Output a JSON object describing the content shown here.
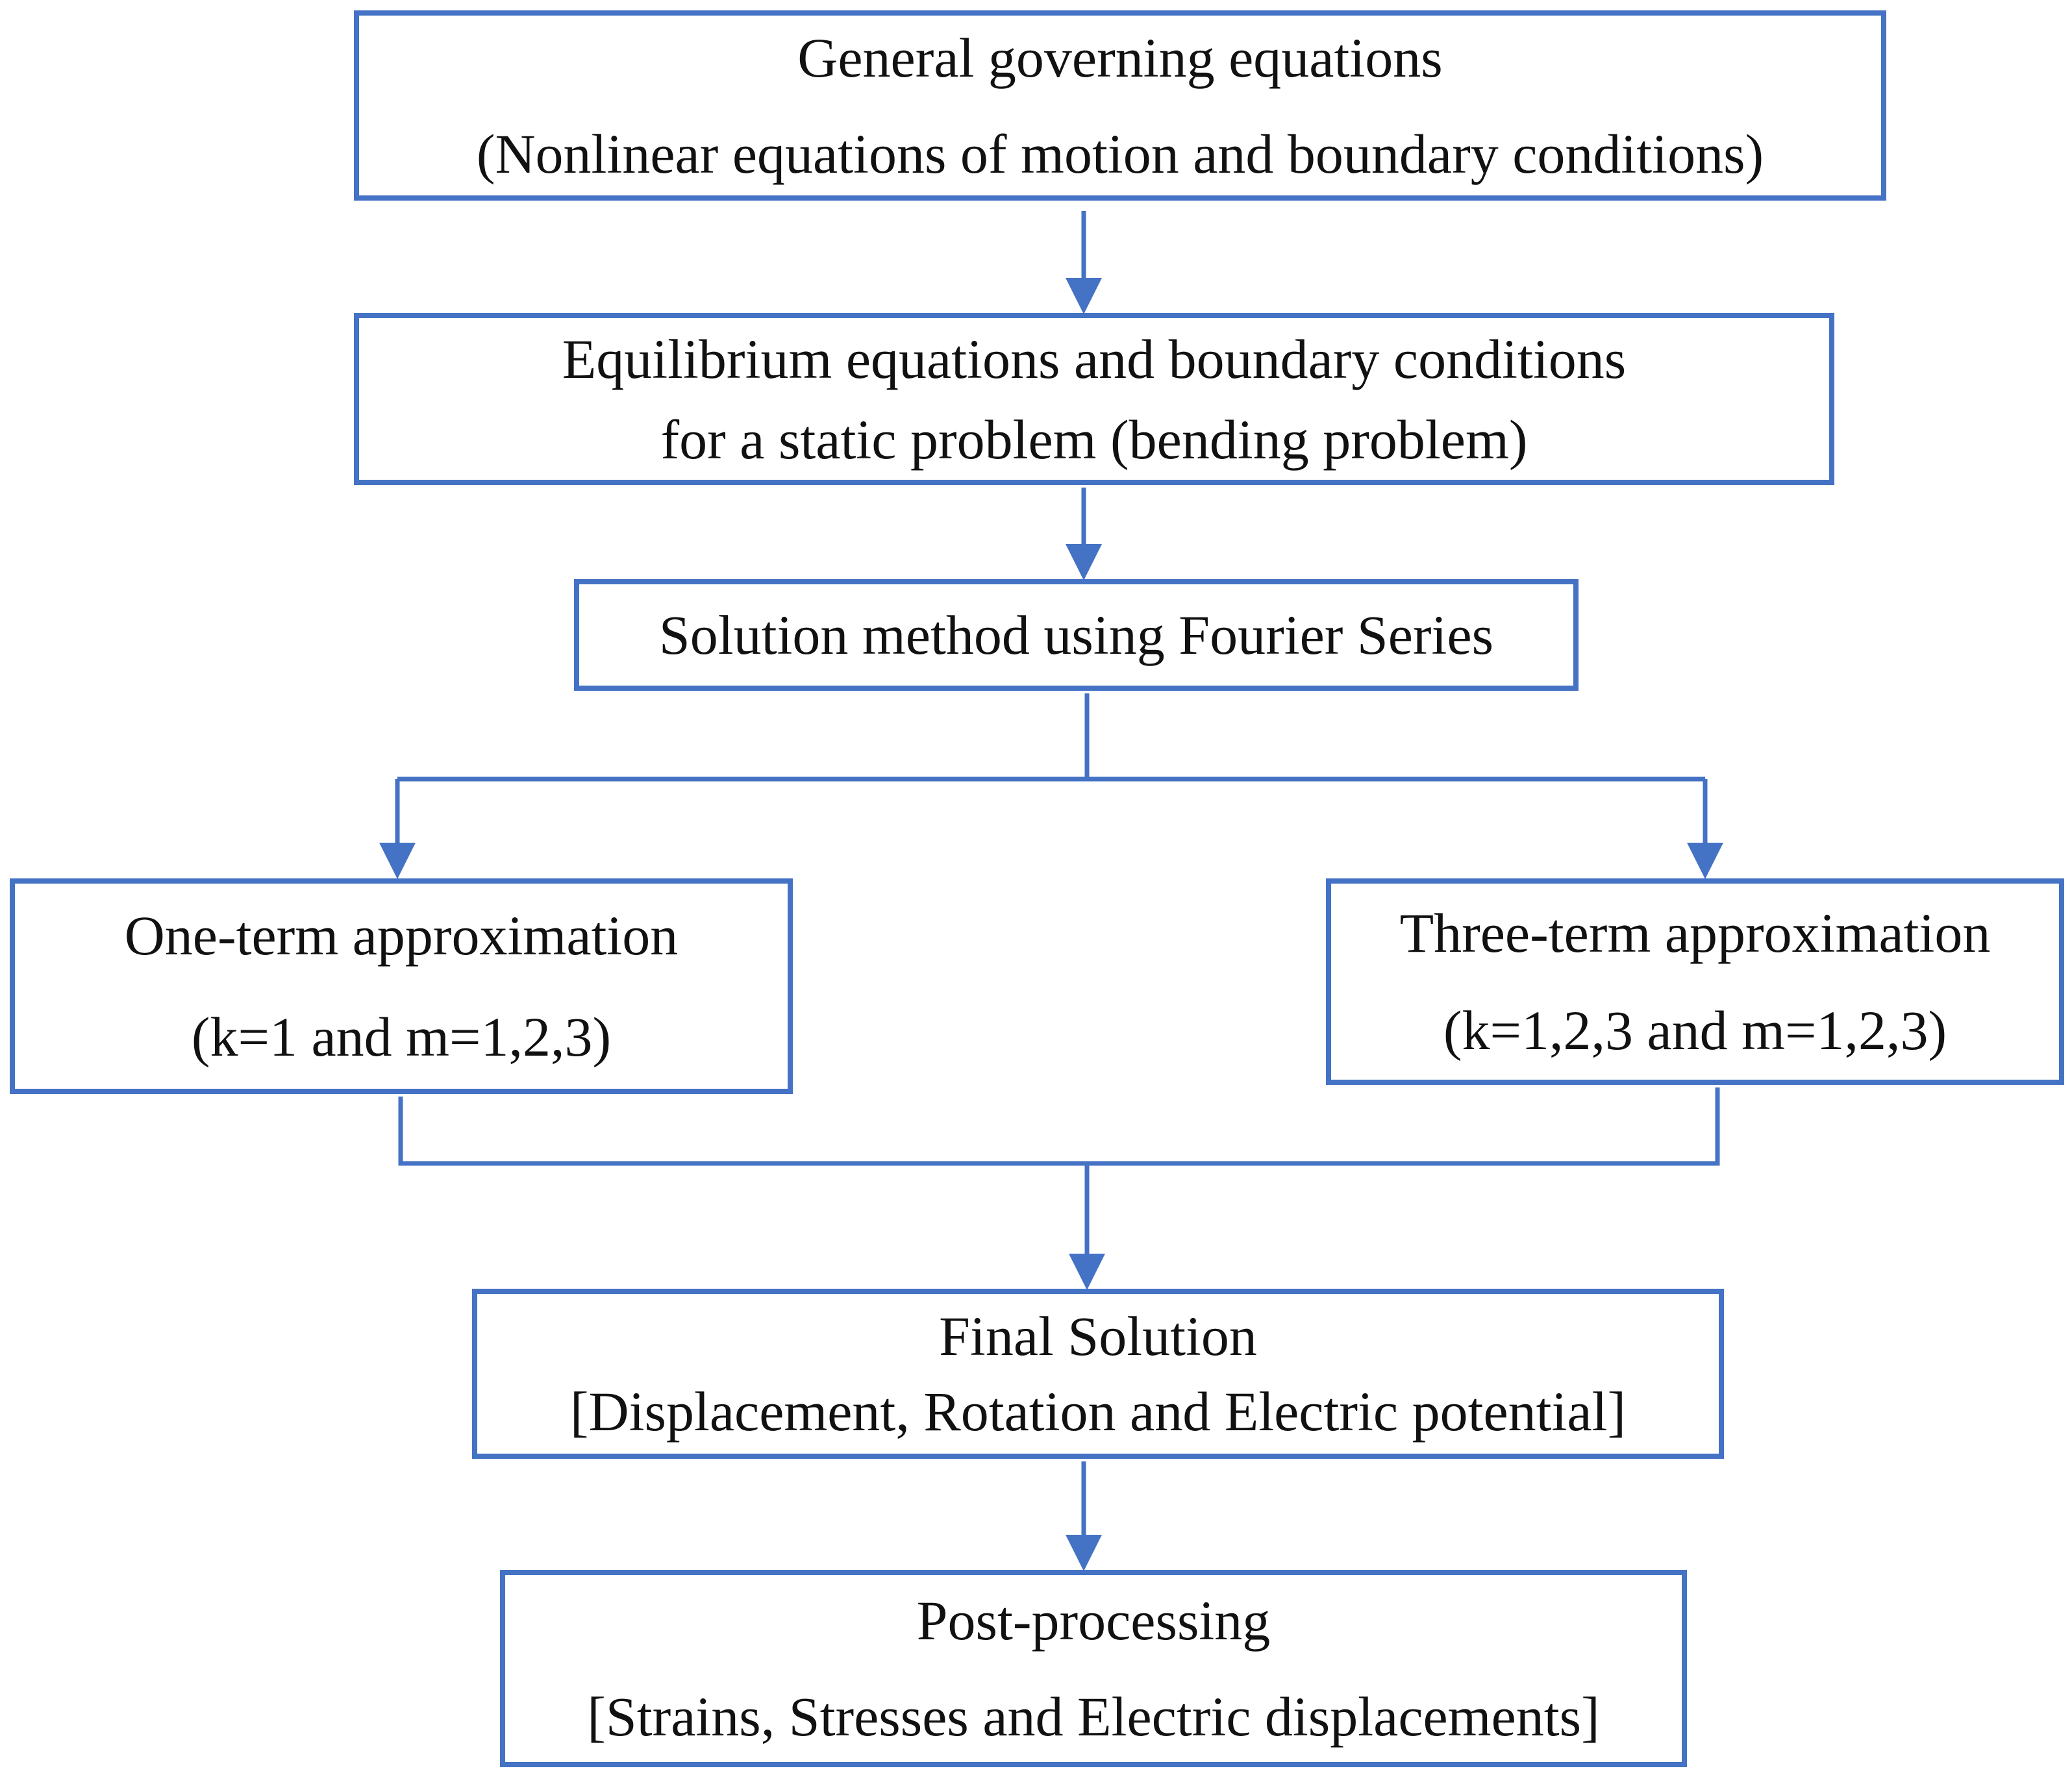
{
  "diagram": {
    "accent_color": "#4472C4",
    "nodes": {
      "general": {
        "line1": "General governing equations",
        "line2": "(Nonlinear equations of motion and boundary conditions)"
      },
      "equilibrium": {
        "line1": "Equilibrium equations and boundary conditions",
        "line2": "for a static problem (bending problem)"
      },
      "solution": {
        "line1": "Solution method using Fourier Series"
      },
      "one_term": {
        "line1": "One-term approximation",
        "line2": "(k=1 and m=1,2,3)"
      },
      "three_term": {
        "line1": "Three-term approximation",
        "line2": "(k=1,2,3 and m=1,2,3)"
      },
      "final": {
        "line1": "Final Solution",
        "line2": "[Displacement, Rotation and Electric potential]"
      },
      "post": {
        "line1": "Post-processing",
        "line2": "[Strains, Stresses and Electric displacements]"
      }
    },
    "edges": [
      {
        "from": "general",
        "to": "equilibrium"
      },
      {
        "from": "equilibrium",
        "to": "solution"
      },
      {
        "from": "solution",
        "to": "one_term"
      },
      {
        "from": "solution",
        "to": "three_term"
      },
      {
        "from": "one_term",
        "to": "final"
      },
      {
        "from": "three_term",
        "to": "final"
      },
      {
        "from": "final",
        "to": "post"
      }
    ]
  }
}
